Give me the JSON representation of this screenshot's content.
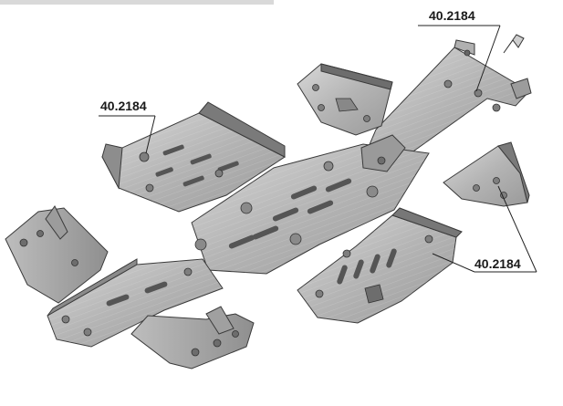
{
  "callouts": {
    "top_right": "40.2184",
    "left": "40.2184",
    "right": "40.2184"
  },
  "colors": {
    "plate_light": "#c9c9c9",
    "plate_mid": "#a8a8a8",
    "plate_dark": "#6d6d6d",
    "outline": "#3a3a3a",
    "bolt": "#8a8a8a",
    "leader": "#222222"
  }
}
